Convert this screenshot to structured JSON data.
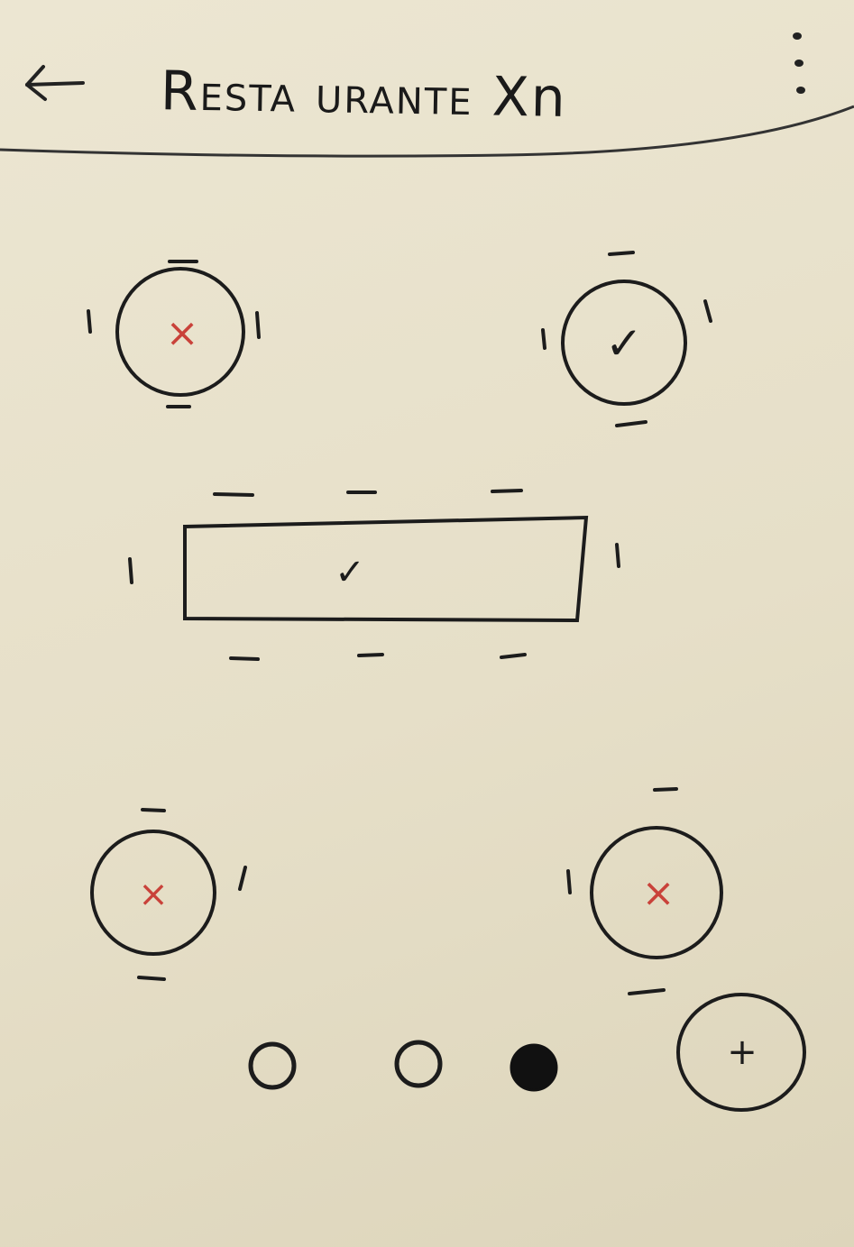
{
  "header": {
    "title_big_r": "R",
    "title_rest_1": "ESTA",
    "title_rest_2": "URANTE",
    "title_xn": "Xn",
    "back_icon": "arrow-left-icon",
    "menu_icon": "kebab-menu-icon"
  },
  "tables": [
    {
      "id": "table-1",
      "shape": "round",
      "status": "unavailable",
      "mark": "×"
    },
    {
      "id": "table-2",
      "shape": "round",
      "status": "available",
      "mark": "✓"
    },
    {
      "id": "table-3",
      "shape": "rect",
      "status": "available",
      "mark": "✓"
    },
    {
      "id": "table-4",
      "shape": "round",
      "status": "unavailable",
      "mark": "×"
    },
    {
      "id": "table-5",
      "shape": "round",
      "status": "unavailable",
      "mark": "×"
    }
  ],
  "pager": {
    "pages": 3,
    "active_index": 2
  },
  "fab": {
    "label": "+",
    "icon": "plus-icon"
  },
  "colors": {
    "ink": "#1c1c1c",
    "unavailable": "#c9423a",
    "paper": "#e8e1cb"
  }
}
